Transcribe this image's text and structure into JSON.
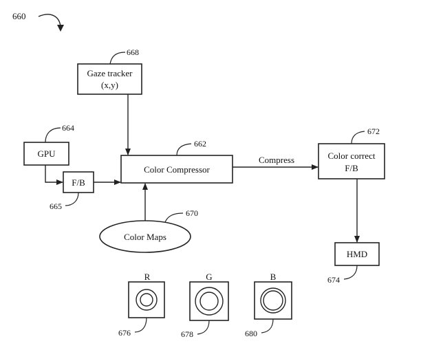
{
  "figure_ref": "660",
  "nodes": {
    "gaze_tracker": {
      "ref": "668",
      "line1": "Gaze tracker",
      "line2": "(x,y)"
    },
    "gpu": {
      "ref": "664",
      "label": "GPU"
    },
    "fb_left": {
      "ref": "665",
      "label": "F/B"
    },
    "color_compressor": {
      "ref": "662",
      "label": "Color Compressor"
    },
    "color_maps": {
      "ref": "670",
      "label": "Color Maps"
    },
    "color_correct": {
      "ref": "672",
      "line1": "Color correct",
      "line2": "F/B"
    },
    "hmd": {
      "ref": "674",
      "label": "HMD"
    }
  },
  "edge_labels": {
    "compress": "Compress"
  },
  "channels": [
    {
      "letter": "R",
      "ref": "676"
    },
    {
      "letter": "G",
      "ref": "678"
    },
    {
      "letter": "B",
      "ref": "680"
    }
  ]
}
